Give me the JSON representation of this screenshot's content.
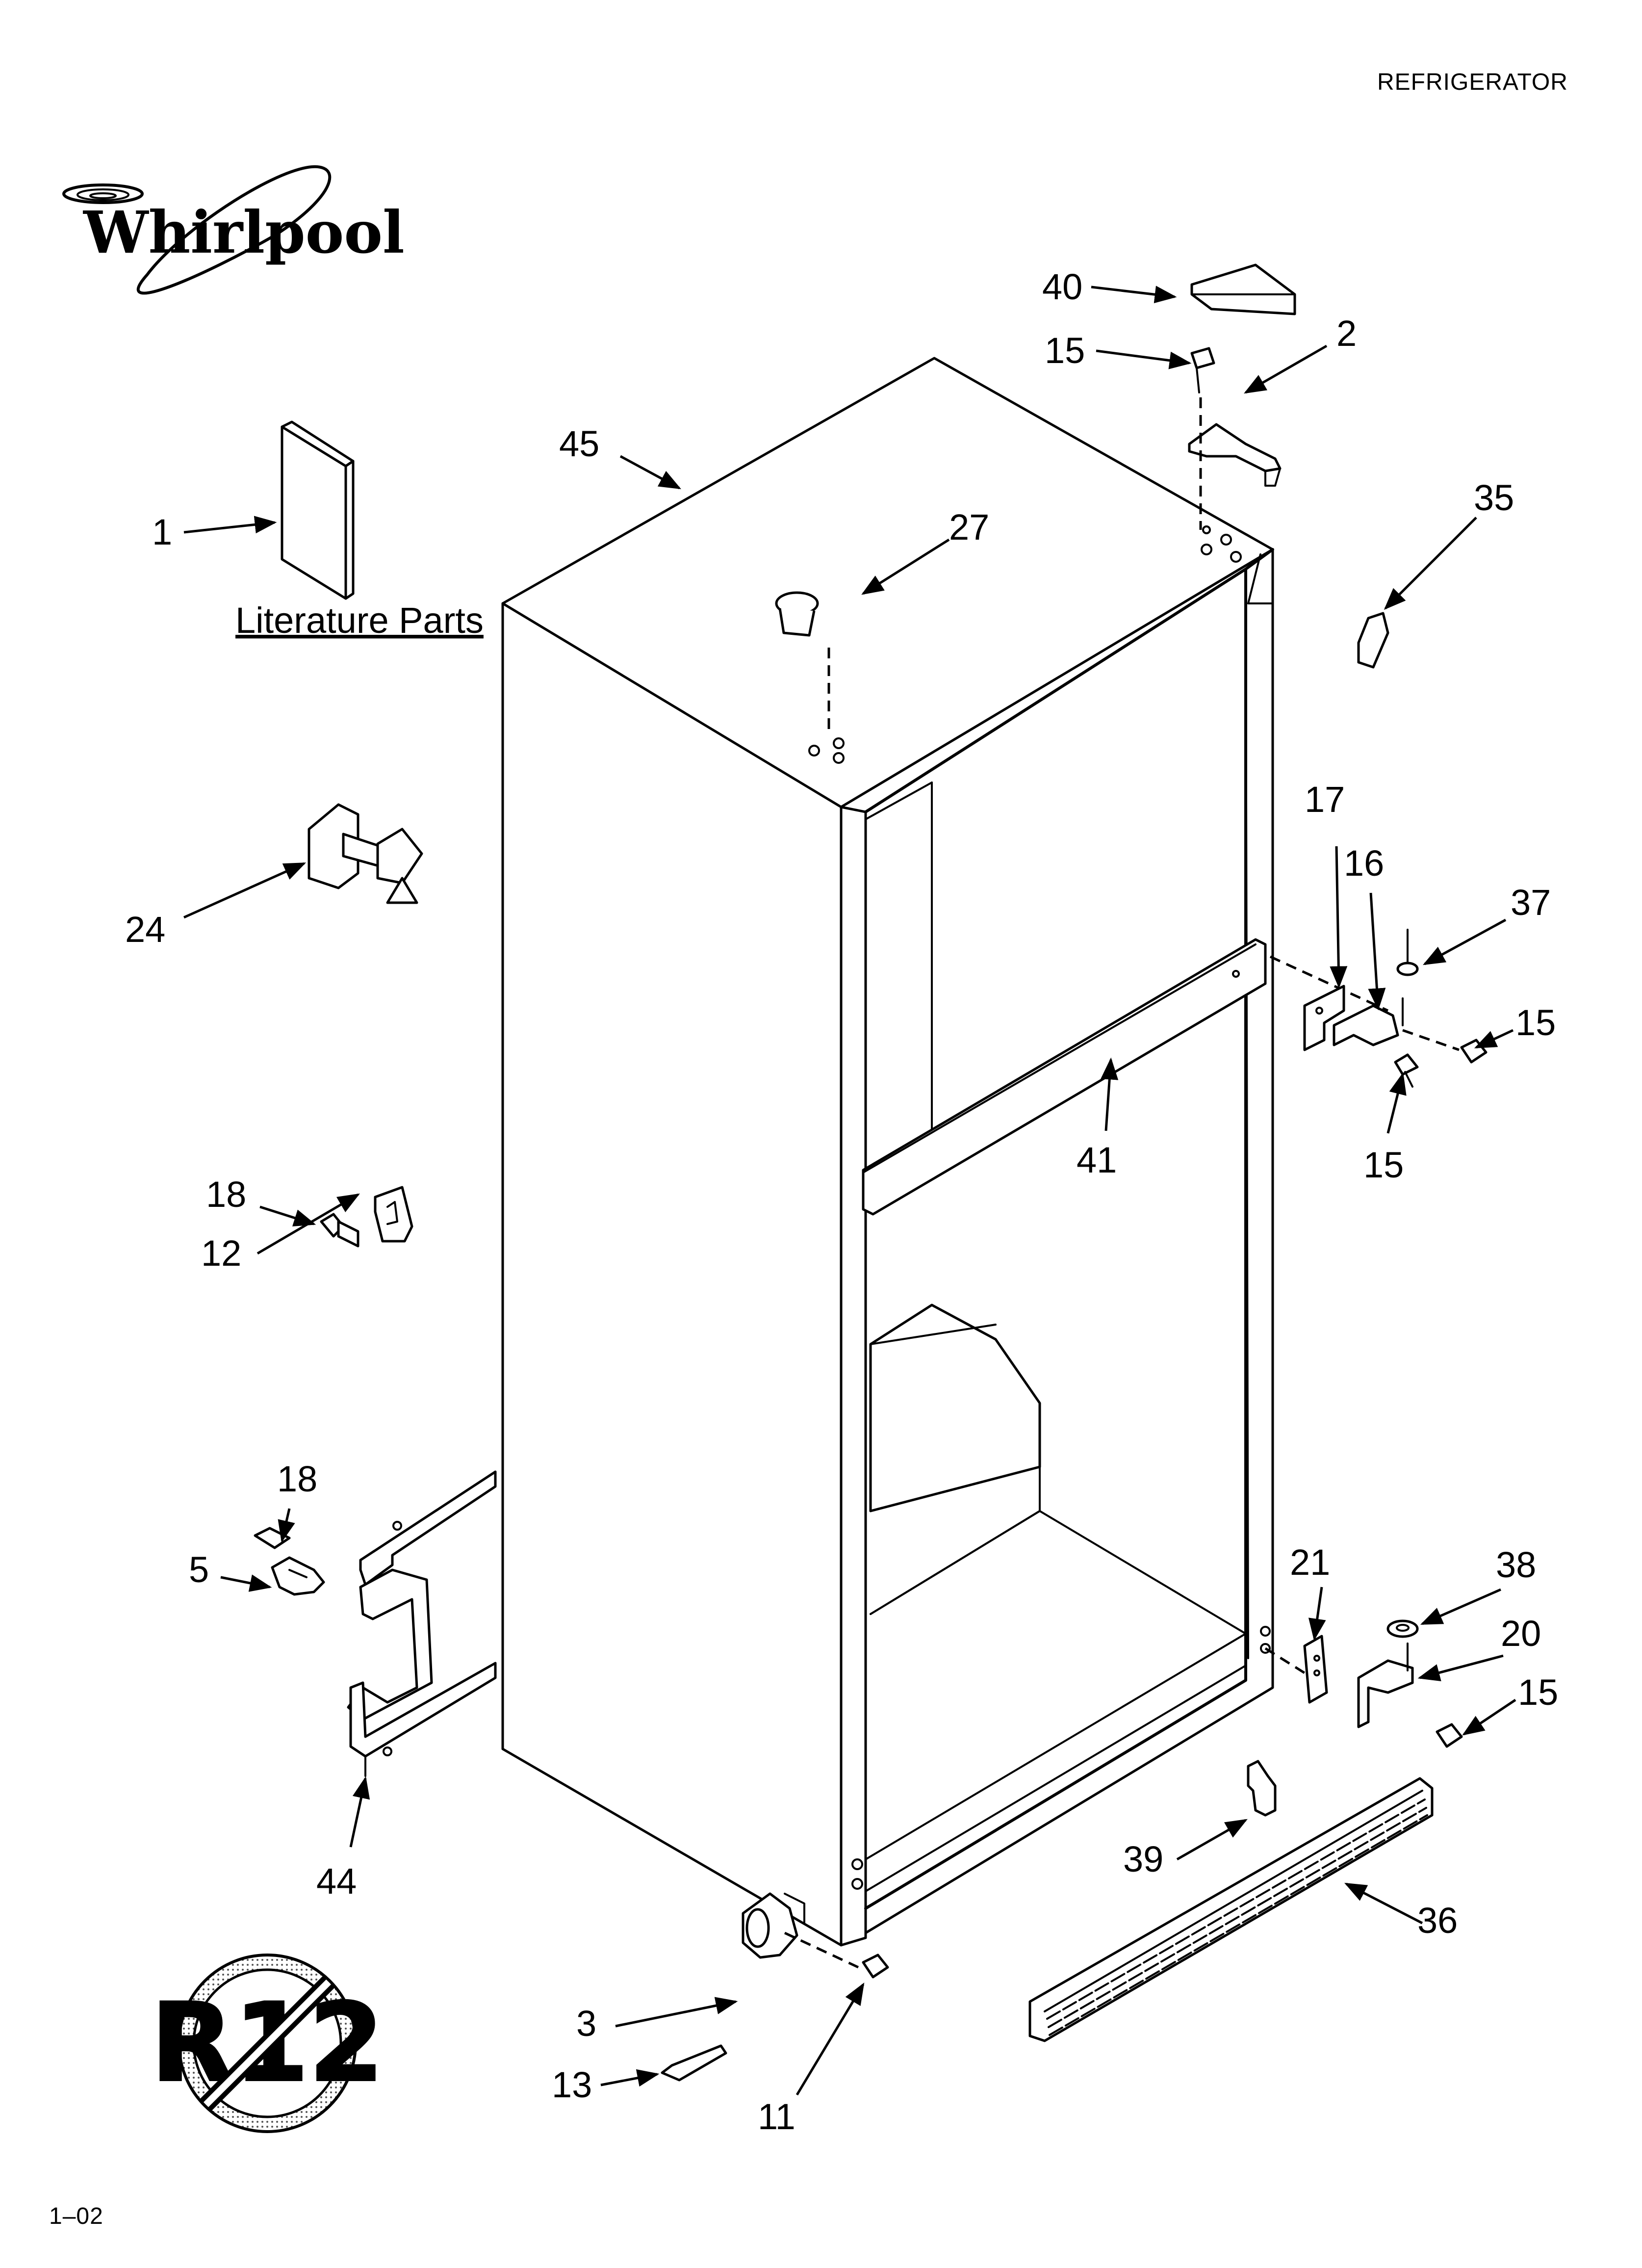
{
  "header": {
    "category": "REFRIGERATOR",
    "revision": "1–02"
  },
  "brand": {
    "name": "Whirlpool"
  },
  "literature_caption": "Literature Parts",
  "r12_symbol": {
    "text": "R12"
  },
  "callouts": {
    "c1": "1",
    "c2": "2",
    "c3": "3",
    "c5": "5",
    "c11": "11",
    "c12": "12",
    "c13": "13",
    "c15a": "15",
    "c15b": "15",
    "c15c": "15",
    "c15d": "15",
    "c16": "16",
    "c17": "17",
    "c18a": "18",
    "c18b": "18",
    "c20": "20",
    "c21": "21",
    "c24": "24",
    "c27": "27",
    "c35": "35",
    "c36": "36",
    "c37": "37",
    "c38": "38",
    "c39": "39",
    "c40": "40",
    "c41": "41",
    "c44": "44",
    "c45": "45"
  }
}
